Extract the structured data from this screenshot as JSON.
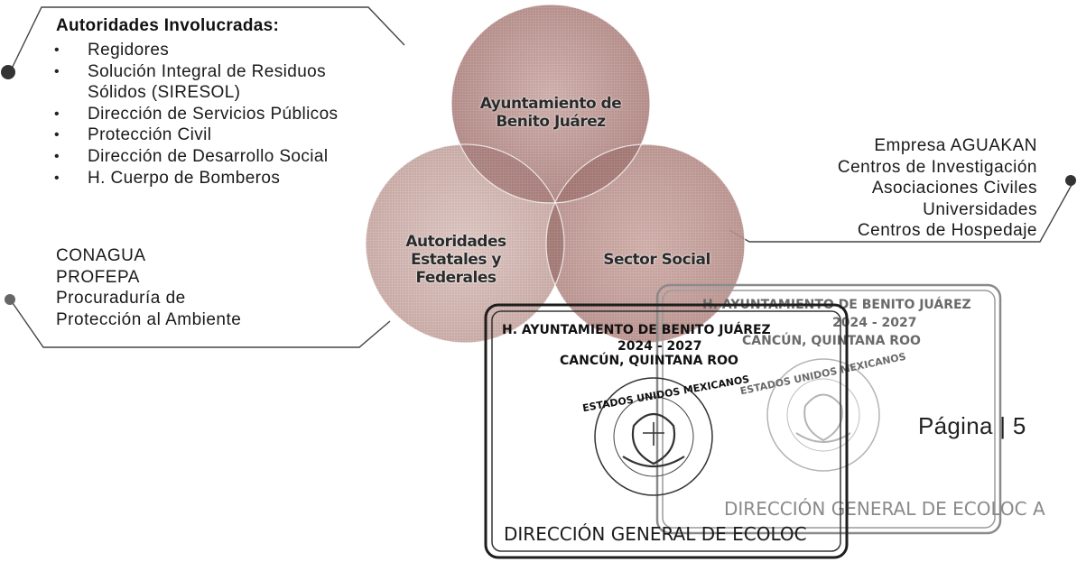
{
  "authorities": {
    "title": "Autoridades Involucradas:",
    "bullet_glyph": "•",
    "items": [
      "Regidores",
      "Solución Integral de Residuos\nSólidos (SIRESOL)",
      "Dirección de Servicios Públicos",
      "Protección Civil",
      "Dirección de Desarrollo Social",
      "H. Cuerpo de Bomberos"
    ]
  },
  "federal": {
    "lines": [
      "CONAGUA",
      "PROFEPA",
      "Procuraduría de",
      "Protección al Ambiente"
    ]
  },
  "social": {
    "lines": [
      "Empresa AGUAKAN",
      "Centros de Investigación",
      "Asociaciones Civiles",
      "Universidades",
      "Centros de Hospedaje"
    ]
  },
  "venn": {
    "top_label_line1": "Ayuntamiento de",
    "top_label_line2": "Benito Juárez",
    "left_label_line1": "Autoridades",
    "left_label_line2": "Estatales y",
    "left_label_line3": "Federales",
    "right_label": "Sector Social",
    "colors": {
      "top": "#8a3a35",
      "left": "#a95f52",
      "right": "#9a4b43",
      "overlap": "#5a1c1a"
    }
  },
  "stamp_front": {
    "line1": "H. AYUNTAMIENTO DE BENITO JUÁREZ",
    "line2": "2024 - 2027",
    "line3": "CANCÚN, QUINTANA ROO",
    "seal_text": "ESTADOS UNIDOS MEXICANOS",
    "footer": "DIRECCIÓN GENERAL DE ECOLOC"
  },
  "stamp_back": {
    "line1": "H. AYUNTAMIENTO DE BENITO JUÁREZ",
    "line2": "2024 - 2027",
    "line3": "CANCÚN, QUINTANA ROO",
    "seal_text": "ESTADOS UNIDOS MEXICANOS",
    "footer": "DIRECCIÓN GENERAL DE ECOLOC A"
  },
  "page": {
    "label": "Página | 5"
  },
  "colors": {
    "text": "#1a1a1a",
    "callout_line": "#3a3a3a"
  }
}
